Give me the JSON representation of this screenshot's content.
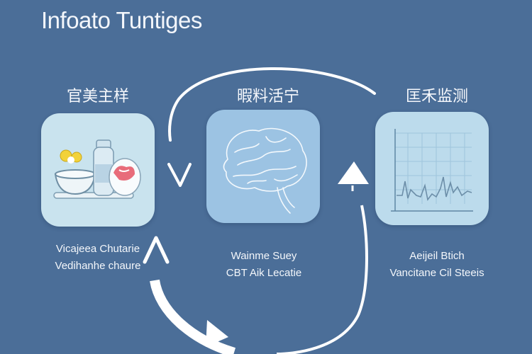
{
  "title": "Infoato Tuntiges",
  "steps": [
    {
      "label": "官美主样",
      "caption_lines": [
        "Vicajeea Chutarie",
        "Vedihanhe chaure"
      ],
      "icon": "food-bowl-and-pill-bottle-icon",
      "card_color": "#c9e3ee"
    },
    {
      "label": "暇料活宁",
      "caption_lines": [
        "Wainme Suey",
        "CBT Aik Lecatie"
      ],
      "icon": "brain-icon",
      "card_color": "#9cc3e3"
    },
    {
      "label": "匡禾监测",
      "caption_lines": [
        "Aeijeil Btich",
        "Vancitane Cil Steeis"
      ],
      "icon": "monitor-chart-icon",
      "card_color": "#bcdbec"
    }
  ],
  "colors": {
    "background": "#4b6e98",
    "arrow": "#ffffff"
  }
}
